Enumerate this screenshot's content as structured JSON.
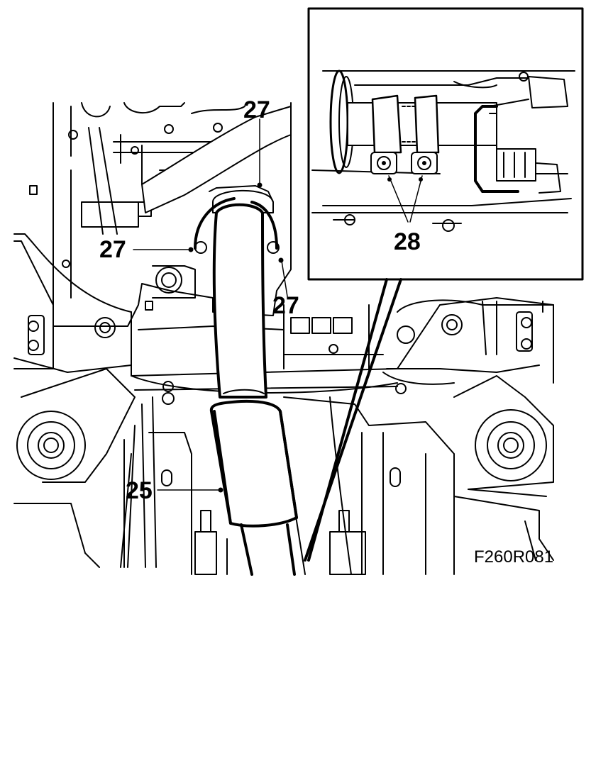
{
  "figure_id": "F260R081",
  "callouts": {
    "c27_top": "27",
    "c27_left": "27",
    "c27_right": "27",
    "c28": "28",
    "c25": "25"
  }
}
